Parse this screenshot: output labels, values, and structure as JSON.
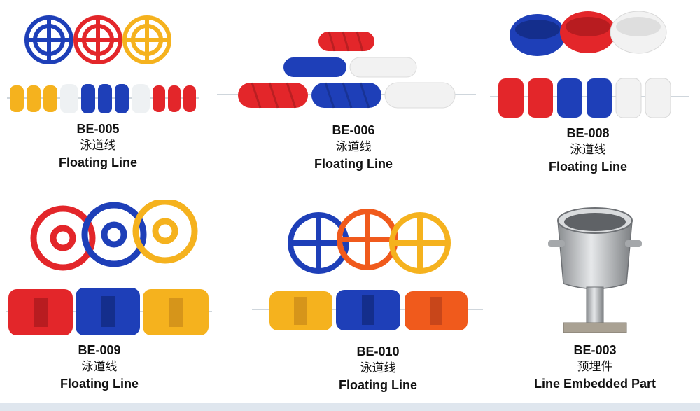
{
  "products": [
    {
      "code": "BE-005",
      "cn": "泳道线",
      "en": "Floating Line",
      "image": "disc-float-line-red-blue-yellow"
    },
    {
      "code": "BE-006",
      "cn": "泳道线",
      "en": "Floating Line",
      "image": "spiral-float-red-blue-white"
    },
    {
      "code": "BE-008",
      "cn": "泳道线",
      "en": "Floating Line",
      "image": "bowl-float-line-red-blue-white"
    },
    {
      "code": "BE-009",
      "cn": "泳道线",
      "en": "Floating Line",
      "image": "wheel-float-line-red-blue-yellow"
    },
    {
      "code": "BE-010",
      "cn": "泳道线",
      "en": "Floating Line",
      "image": "propeller-float-line-blue-orange-yellow"
    },
    {
      "code": "BE-003",
      "cn": "预埋件",
      "en": "Line Embedded Part",
      "image": "steel-embedded-cup"
    }
  ],
  "colors": {
    "red": "#e3262a",
    "blue": "#1e3fb8",
    "yellow": "#f5b21e",
    "white": "#f2f2f2",
    "orange": "#f05a1c",
    "steel": "#b9bcbf"
  }
}
